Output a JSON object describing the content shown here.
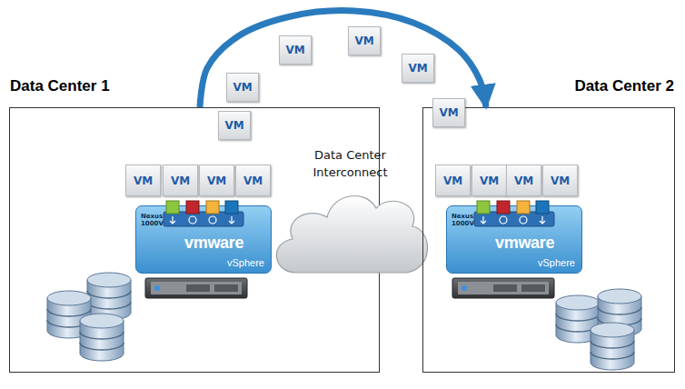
{
  "diagram": {
    "nodes": [
      {
        "text": [
          "Data Center 1"
        ]
      },
      {
        "text": [
          "VM"
        ],
        "in": 0
      },
      {
        "text": [
          "VM"
        ],
        "in": 0
      },
      {
        "text": [
          "VM"
        ],
        "in": 0
      },
      {
        "text": [
          "VM"
        ],
        "in": 0
      },
      {
        "text": [
          "Nexus 1000V",
          "vmware",
          "vSphere"
        ],
        "in": 0
      },
      {
        "text": [
          "VM"
        ]
      },
      {
        "text": [
          "VM"
        ]
      },
      {
        "text": [
          "VM"
        ]
      },
      {
        "text": [
          "VM"
        ]
      },
      {
        "text": [
          "VM"
        ]
      },
      {
        "text": [
          "VM"
        ]
      },
      {
        "text": [
          "Data Center Interconnect"
        ]
      },
      {
        "text": [
          "Data Center 2"
        ]
      },
      {
        "text": [
          "VM"
        ],
        "in": 13
      },
      {
        "text": [
          "VM"
        ],
        "in": 13
      },
      {
        "text": [
          "VM"
        ],
        "in": 13
      },
      {
        "text": [
          "VM"
        ],
        "in": 13
      },
      {
        "text": [
          "Nexus 1000V",
          "vmware",
          "vSphere"
        ],
        "in": 13
      }
    ],
    "edges": [
      {
        "from": 0,
        "to": 13,
        "arrow": "to"
      }
    ]
  }
}
